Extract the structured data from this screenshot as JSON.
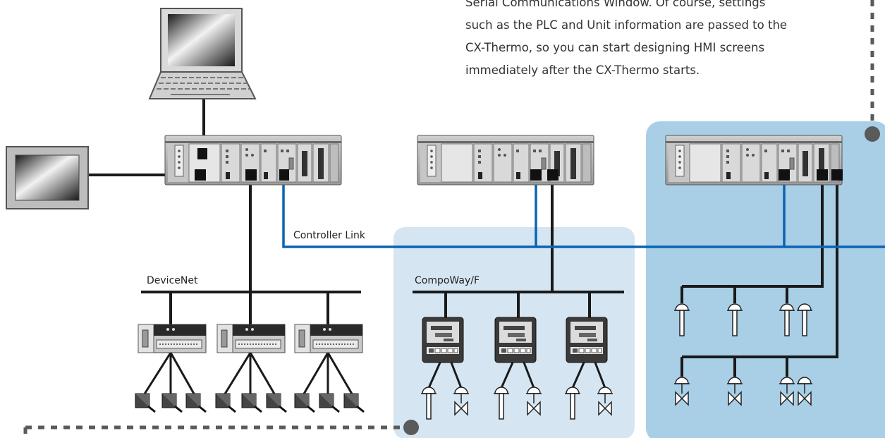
{
  "caption_lines": [
    "Serial Communications Window. Of course, settings",
    "such as the PLC and Unit information are passed to the",
    "CX-Thermo, so you can start designing HMI screens",
    "immediately after the CX-Thermo starts."
  ],
  "networks": {
    "controller_link": "Controller Link",
    "devicenet": "DeviceNet",
    "compoway": "CompoWay/F"
  },
  "colors": {
    "controller_link_line": "#0a64b4",
    "compoway_panel": "#d5e6f2",
    "right_panel": "#a8cfe6",
    "dotted_connector": "#5a5a5a",
    "wire": "#1a1a1a"
  },
  "icons": [
    "laptop-icon",
    "touch-panel-icon",
    "plc-rack-icon",
    "devicenet-slave-icon",
    "sensor-icon",
    "temperature-controller-icon",
    "valve-icon"
  ]
}
